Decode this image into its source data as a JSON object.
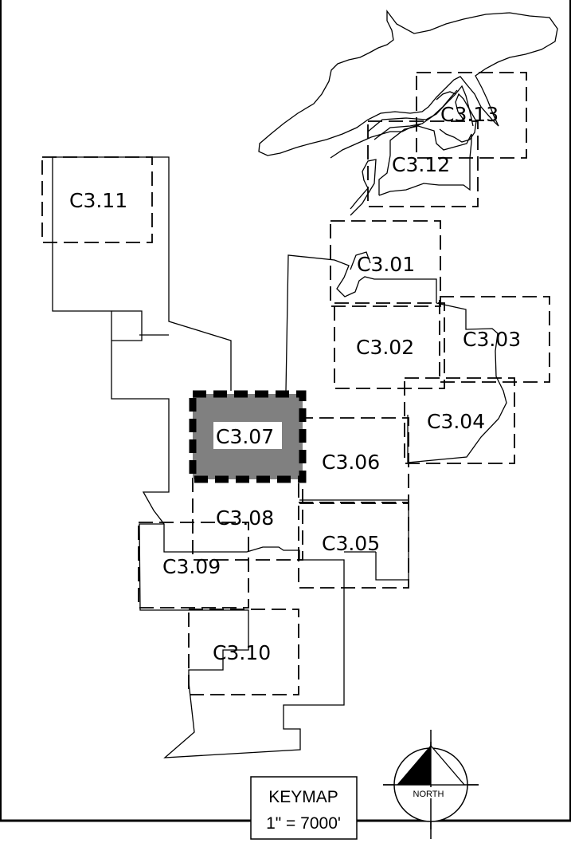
{
  "sheets": [
    {
      "id": "C3.01",
      "label": "C3.01"
    },
    {
      "id": "C3.02",
      "label": "C3.02"
    },
    {
      "id": "C3.03",
      "label": "C3.03"
    },
    {
      "id": "C3.04",
      "label": "C3.04"
    },
    {
      "id": "C3.05",
      "label": "C3.05"
    },
    {
      "id": "C3.06",
      "label": "C3.06"
    },
    {
      "id": "C3.07",
      "label": "C3.07",
      "highlighted": true
    },
    {
      "id": "C3.08",
      "label": "C3.08"
    },
    {
      "id": "C3.09",
      "label": "C3.09"
    },
    {
      "id": "C3.10",
      "label": "C3.10"
    },
    {
      "id": "C3.11",
      "label": "C3.11"
    },
    {
      "id": "C3.12",
      "label": "C3.12"
    },
    {
      "id": "C3.13",
      "label": "C3.13"
    }
  ],
  "keymap": {
    "title": "KEYMAP",
    "scale": "1\" = 7000'"
  },
  "north_arrow": {
    "label": "NORTH"
  },
  "colors": {
    "highlight_fill": "#808080",
    "line": "#000000"
  }
}
